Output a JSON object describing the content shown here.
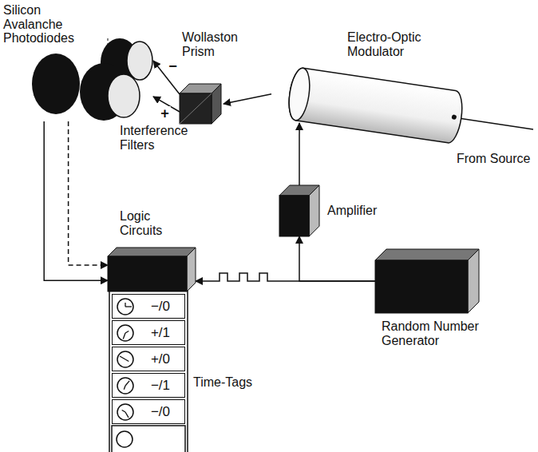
{
  "diagram": {
    "nodes": [
      {
        "text": [
          "Silicon Avalanche Photodiodes",
          "Interference Filters"
        ]
      },
      {
        "text": [
          "Wollaston Prism"
        ]
      },
      {
        "text": [
          "Electro-Optic Modulator"
        ]
      },
      {
        "text": [
          "Amplifier"
        ]
      },
      {
        "text": [
          "Logic Circuits"
        ]
      },
      {
        "text": [
          "Random Number Generator"
        ]
      },
      {
        "text": [
          "−/0"
        ]
      },
      {
        "text": [
          "+/1"
        ]
      },
      {
        "text": [
          "+/0"
        ]
      },
      {
        "text": [
          "−/1"
        ]
      },
      {
        "text": [
          "−/0"
        ]
      }
    ],
    "edges": [
      {
        "from": 2,
        "to": 1,
        "arrow": "to"
      },
      {
        "from": 1,
        "to": 0,
        "label": "−",
        "arrow": "to"
      },
      {
        "from": 1,
        "to": 0,
        "label": "+",
        "arrow": "to"
      },
      {
        "from": 0,
        "to": 4,
        "arrow": "to"
      },
      {
        "from": 0,
        "to": 4,
        "arrow": "to"
      },
      {
        "from": 5,
        "to": 3,
        "arrow": "to"
      },
      {
        "from": 3,
        "to": 2,
        "arrow": "to"
      },
      {
        "from": 5,
        "to": 4,
        "arrow": "to"
      }
    ],
    "labels": [
      "From Source",
      "Time-Tags"
    ]
  }
}
